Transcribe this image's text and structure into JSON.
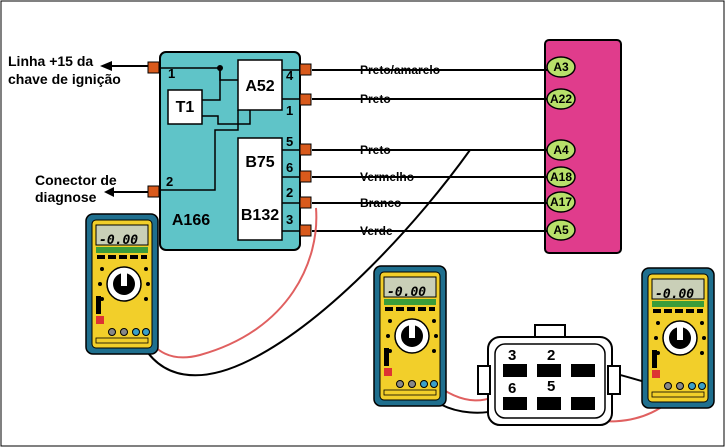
{
  "left_labels": {
    "ignition": [
      "Linha +15 da",
      "chave de ignição"
    ],
    "diag": [
      "Conector de",
      "diagnose"
    ]
  },
  "module": {
    "name": "A166",
    "blocks": {
      "t1": "T1",
      "a52": "A52",
      "b75": "B75",
      "b132": "B132"
    },
    "left_pins": [
      "1",
      "2"
    ],
    "right_pins": [
      "4",
      "1",
      "5",
      "6",
      "2",
      "3"
    ]
  },
  "wires": [
    "Preto/amarelo",
    "Preto",
    "Preto",
    "Vermelho",
    "Branco",
    "Verde"
  ],
  "ecu_pins": [
    "A3",
    "A22",
    "A4",
    "A18",
    "A17",
    "A5"
  ],
  "connector_pins": [
    "3",
    "2",
    "6",
    "5"
  ],
  "meter_display": "-0.00",
  "colors": {
    "module": "#5fc4c8",
    "ecu": "#e03c8c",
    "ecu_pin": "#b8e06a",
    "terminal": "#d95a1c",
    "meter_case": "#1f6f8e",
    "meter_face": "#f2cf2a",
    "probe_red": "#e06060"
  }
}
